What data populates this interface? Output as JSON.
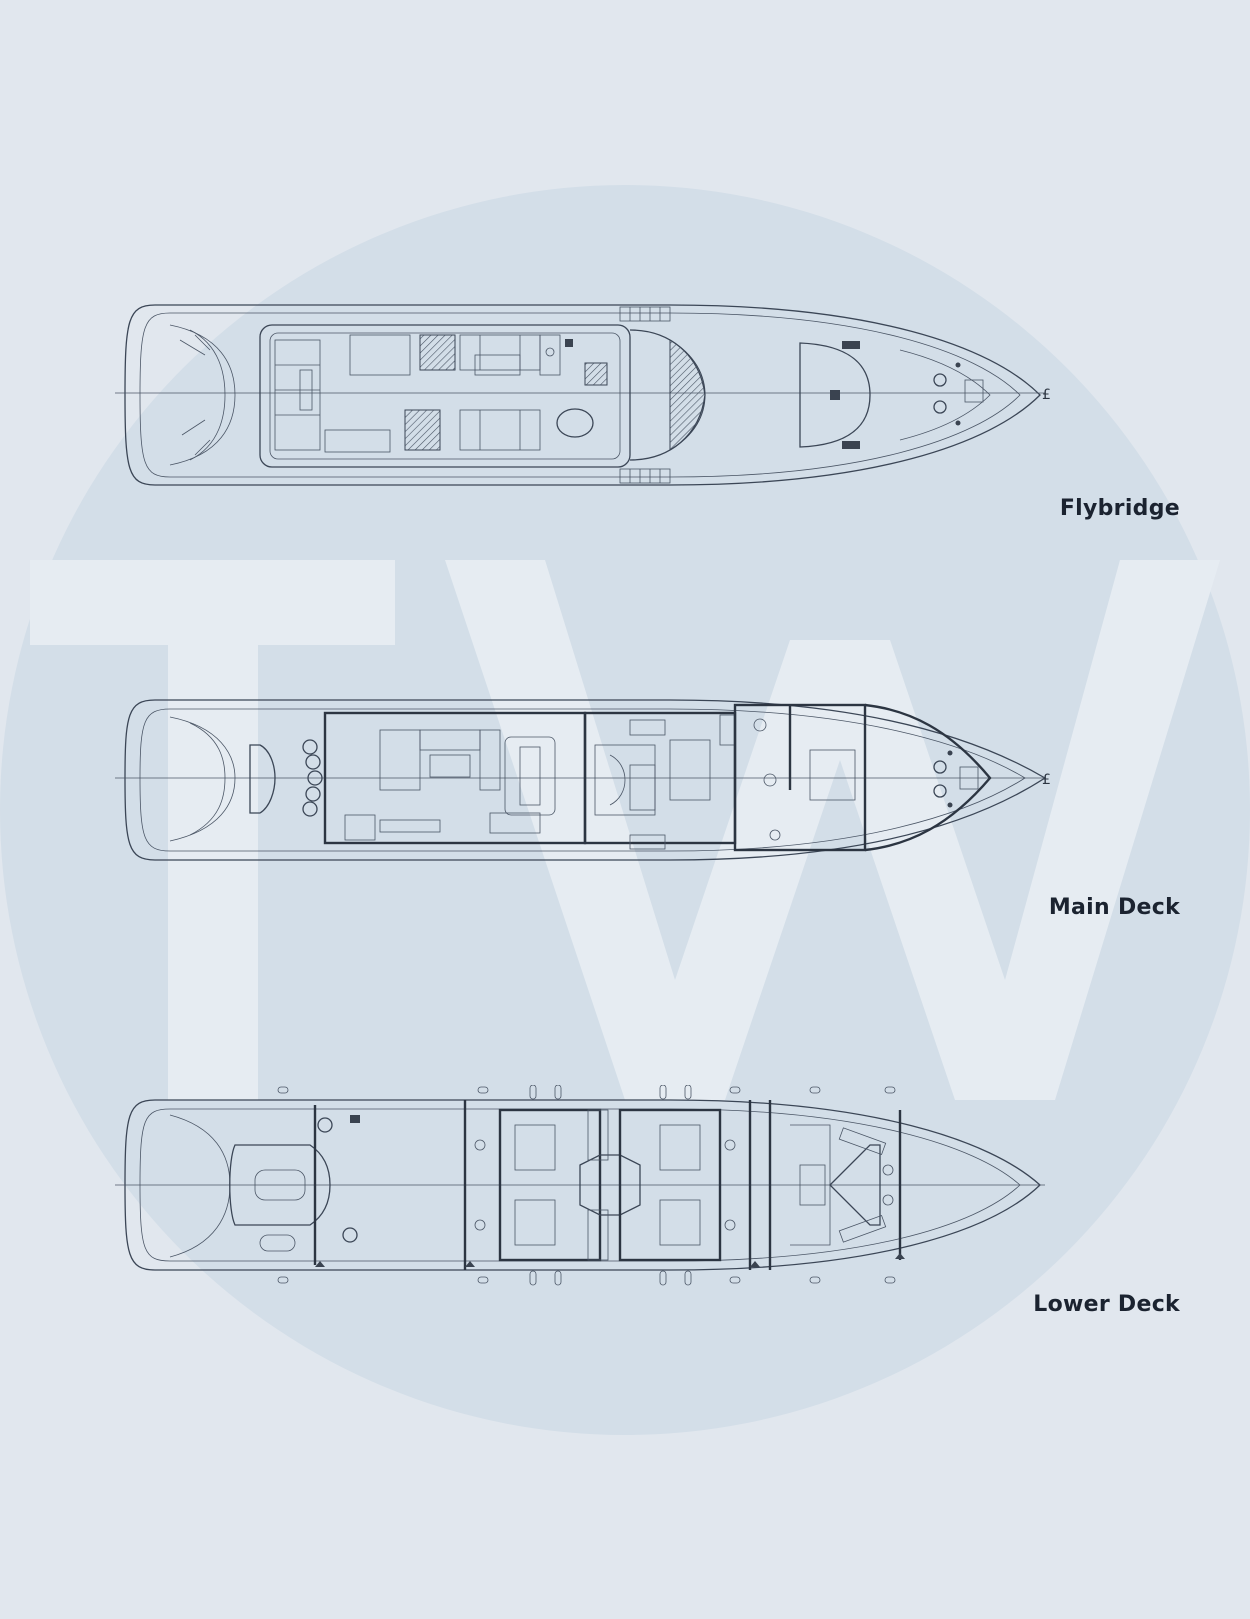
{
  "watermark": {
    "letters": "TW"
  },
  "decks": {
    "flybridge": {
      "label": "Flybridge",
      "marker": "£"
    },
    "main": {
      "label": "Main Deck",
      "marker": "£"
    },
    "lower": {
      "label": "Lower Deck"
    }
  },
  "colors": {
    "background": "#e1e7ee",
    "watermark_circle": "#d3dee8",
    "watermark_letters": "#e6ecf2",
    "line": "#3b4656",
    "label_text": "#1b2330"
  }
}
